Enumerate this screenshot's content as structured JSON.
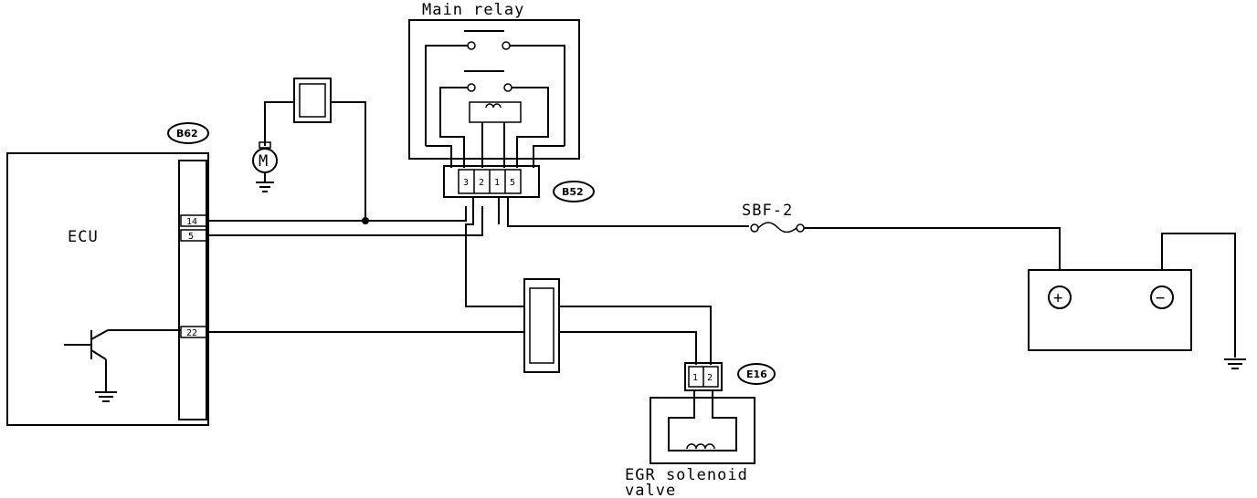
{
  "labels": {
    "ecu": "ECU",
    "main_relay": "Main relay",
    "fuse": "SBF-2",
    "egr_line1": "EGR solenoid",
    "egr_line2": "valve"
  },
  "connectors": {
    "ecu": "B62",
    "relay": "B52",
    "egr": "E16"
  },
  "pins": {
    "ecu": [
      "14",
      "5",
      "22"
    ],
    "relay": [
      "3",
      "2",
      "1",
      "5"
    ],
    "egr": [
      "1",
      "2"
    ]
  },
  "symbols": {
    "battery_positive": "+",
    "battery_negative": "−",
    "motor": "M"
  }
}
